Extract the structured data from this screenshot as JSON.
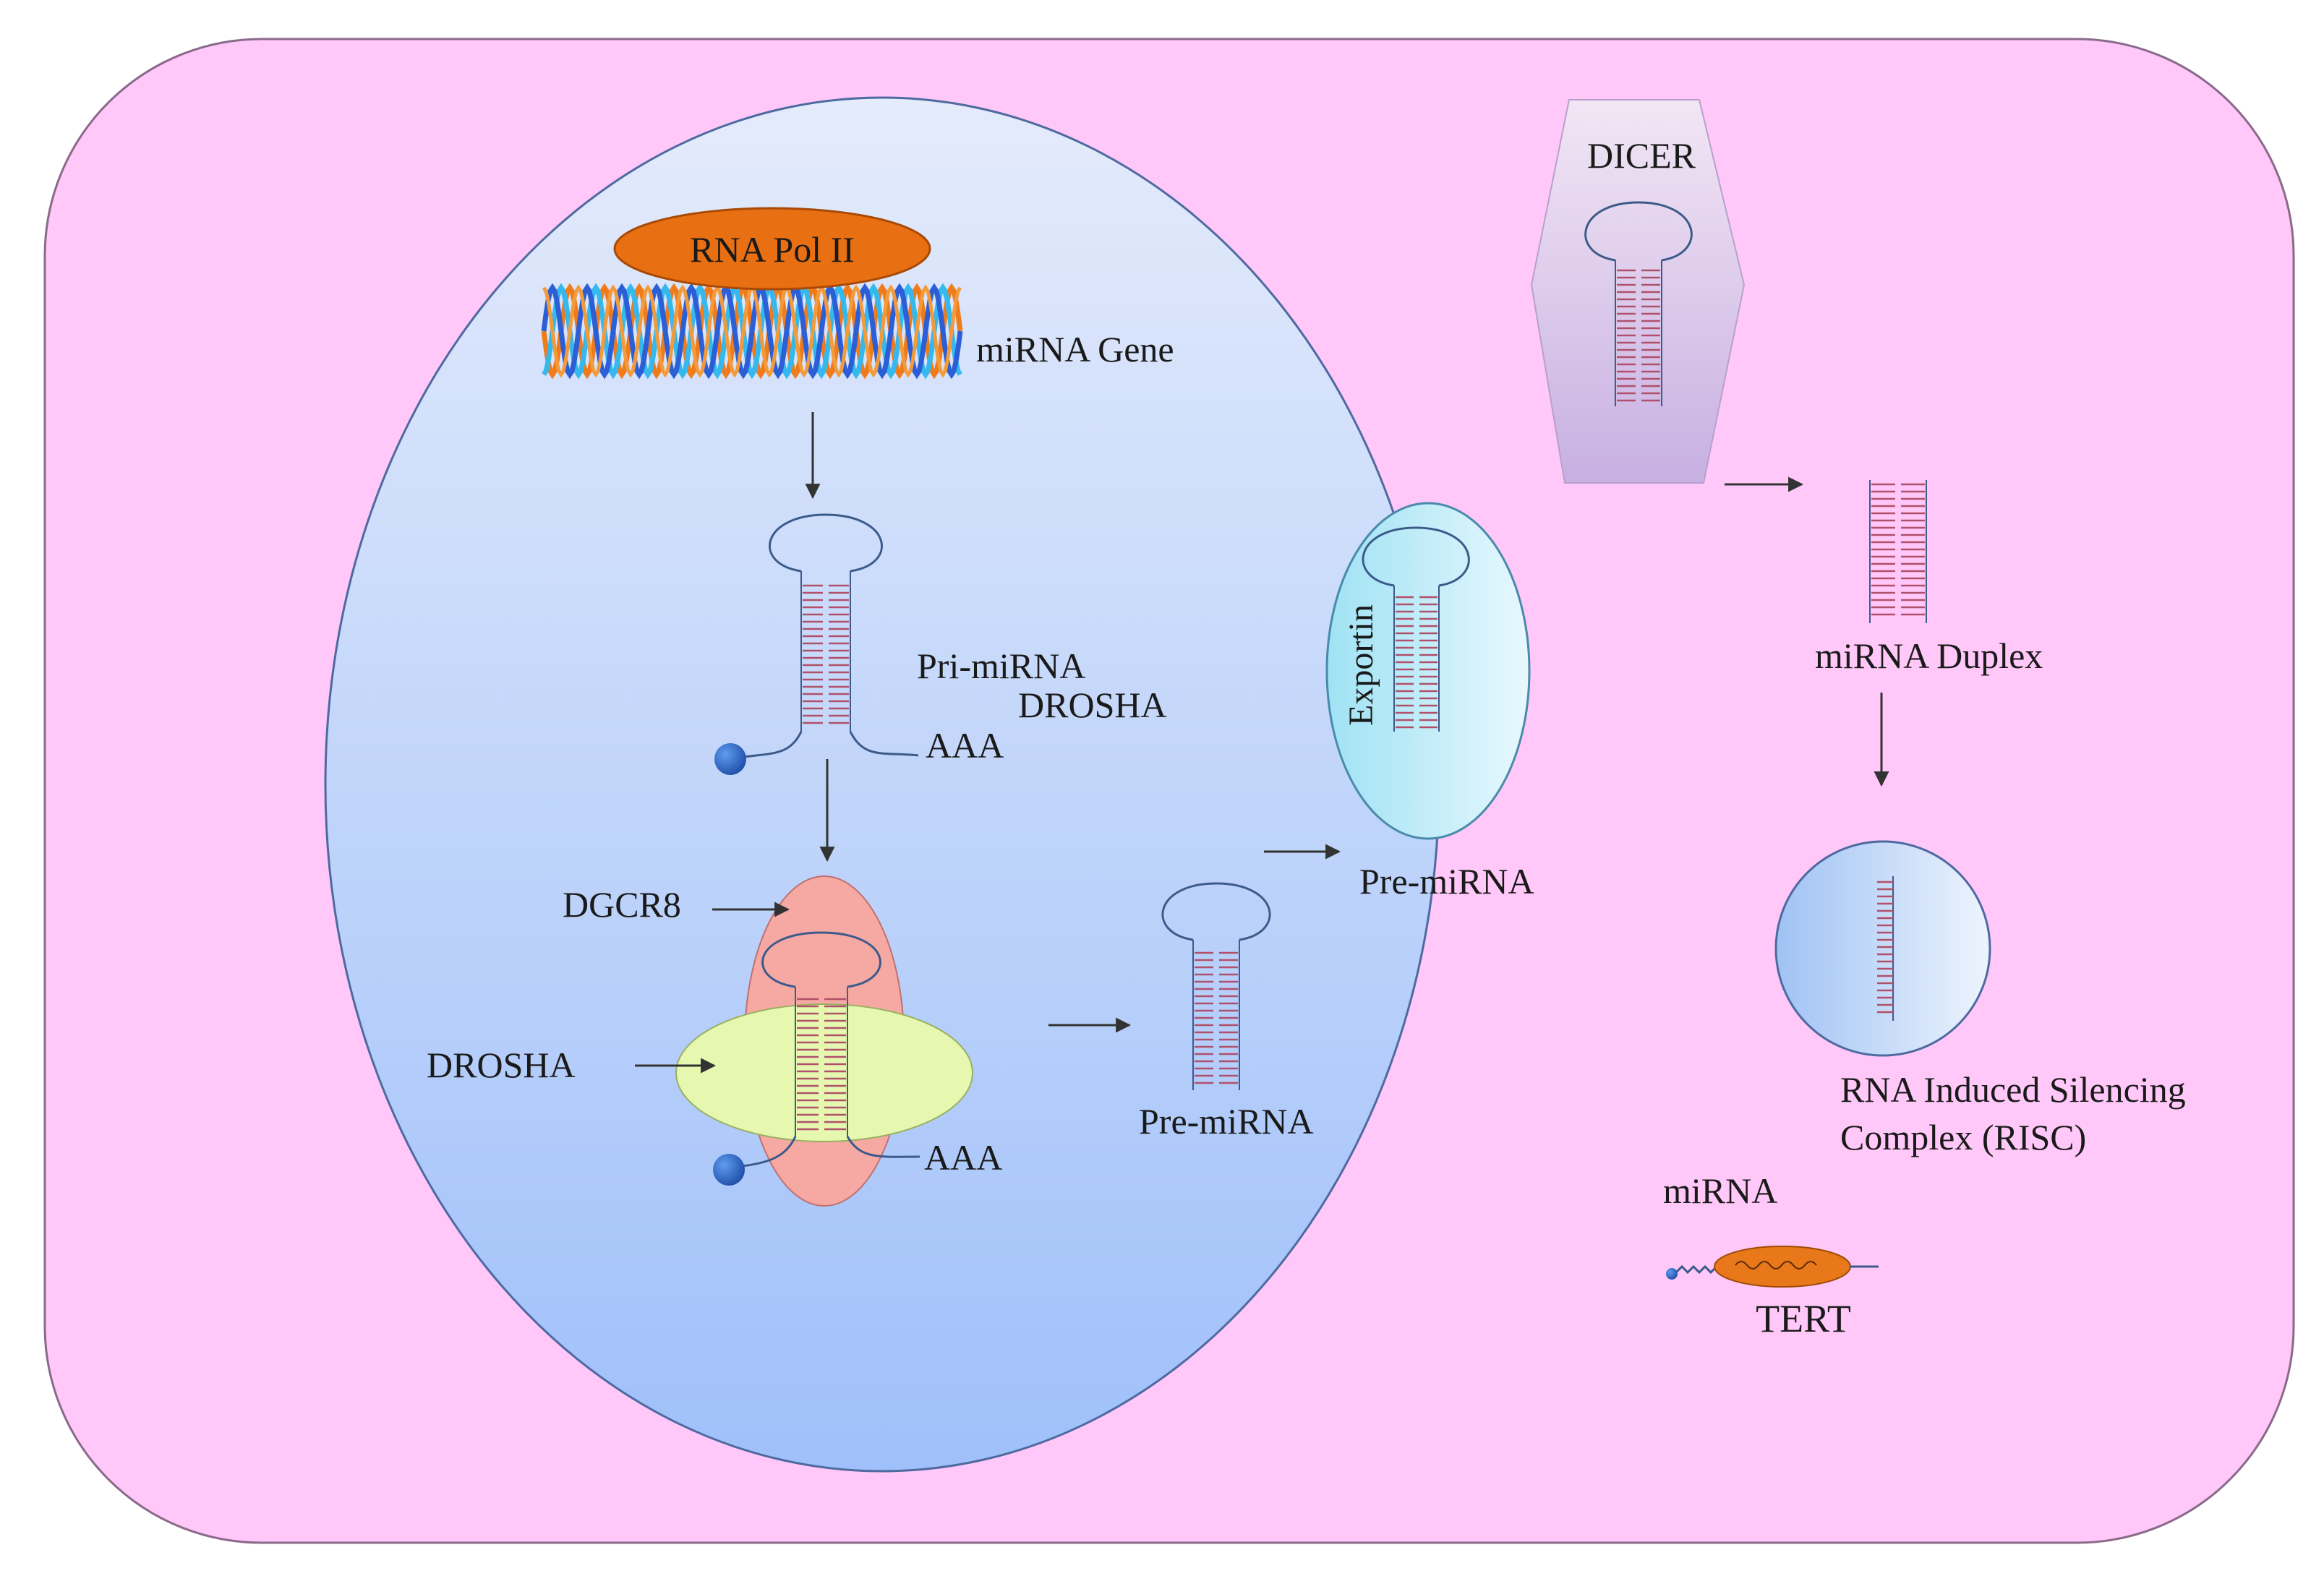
{
  "labels": {
    "rna_pol": "RNA Pol II",
    "mirna_gene": "miRNA Gene",
    "pri_mirna": "Pri-miRNA",
    "drosha_upper": "DROSHA",
    "aaa_upper": "AAA",
    "dgcr8": "DGCR8",
    "drosha_lower": "DROSHA",
    "aaa_lower": "AAA",
    "pre_mirna_nucleus": "Pre-miRNA",
    "exportin": "Exportin",
    "pre_mirna_cytoplasm": "Pre-miRNA",
    "dicer": "DICER",
    "mirna_duplex": "miRNA Duplex",
    "risc_line1": "RNA Induced Silencing",
    "risc_line2": "Complex (RISC)",
    "mirna": "miRNA",
    "tert": "TERT"
  },
  "colors": {
    "cell_fill": "#ffc8f8",
    "nucleus_top": "#e2e9fb",
    "nucleus_bottom": "#a2c2fa",
    "rna_pol_fill": "#e86f12",
    "helix_orange": "#f07b1a",
    "helix_blue": "#2c5fd6",
    "helix_cyan": "#35b8ee",
    "rung": "#b0506a",
    "loop_stroke": "#3c5a8a",
    "cap": "#2f6fd0",
    "dgcr8_fill": "#f6a9a3",
    "drosha_fill": "#e6f8b0",
    "exportin_fill": "#a8e8f6",
    "dicer_fill": "#d8c0e8",
    "risc_fill": "#c3daf8",
    "tert_fill": "#e8781a"
  }
}
